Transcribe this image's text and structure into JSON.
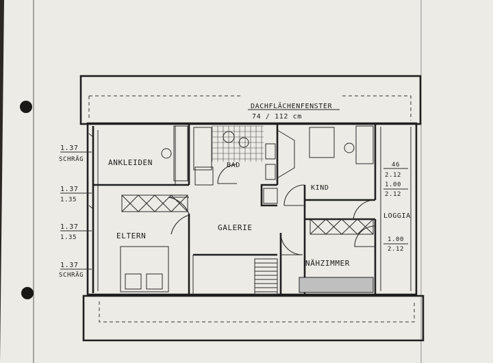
{
  "plan": {
    "skylight_title": "DACHFLÄCHENFENSTER",
    "skylight_size": "74 / 112 cm",
    "rooms": {
      "ankleiden": "ANKLEIDEN",
      "bad": "BAD",
      "kind": "KIND",
      "galerie": "GALERIE",
      "eltern": "ELTERN",
      "naehzimmer": "NÄHZIMMER",
      "loggia": "LOGGIA"
    },
    "left_dims": [
      {
        "value": "1.37",
        "label": "SCHRÄG"
      },
      {
        "value": "1.37",
        "label": "1.35"
      },
      {
        "value": "1.37",
        "label": "1.35"
      },
      {
        "value": "1.37",
        "label": "SCHRÄG"
      }
    ],
    "right_dims": [
      {
        "value": "46",
        "label": "2.12"
      },
      {
        "value": "1.00",
        "label": "2.12"
      },
      {
        "value": "1.00",
        "label": "2.12"
      }
    ]
  },
  "colors": {
    "paper": "#ecebe6",
    "background": "#2b2724",
    "ink": "#1e1e1e"
  }
}
